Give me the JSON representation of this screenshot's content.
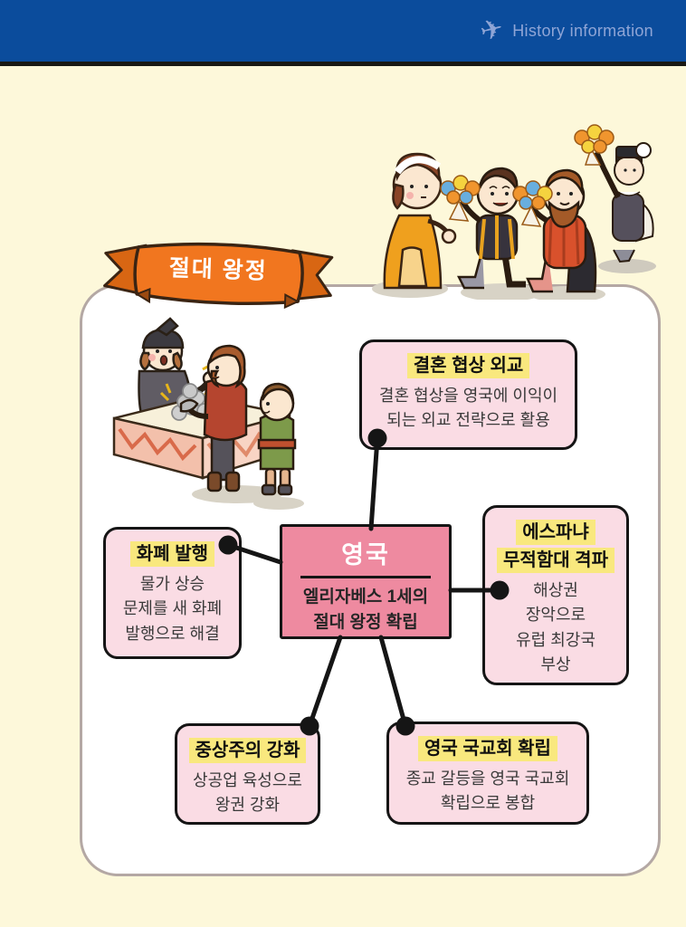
{
  "header": {
    "brand": "History information",
    "icon": "airplane-icon",
    "bar_color": "#0b4c9c",
    "text_color": "#8fa5d6"
  },
  "banner": {
    "label": "절대 왕정",
    "fill": "#f1761f",
    "outline": "#3a2413"
  },
  "diagram": {
    "center": {
      "title": "영국",
      "subtitle_lines": [
        "엘리자베스 1세의",
        "절대 왕정 확립"
      ],
      "fill": "#ee8aa0"
    },
    "nodes": [
      {
        "id": "marriage-diplomacy",
        "position": "top",
        "title_lines": [
          "결혼 협상 외교"
        ],
        "body_lines": [
          "결혼 협상을 영국에 이익이",
          "되는 외교 전략으로 활용"
        ]
      },
      {
        "id": "currency-issue",
        "position": "left",
        "title_lines": [
          "화폐 발행"
        ],
        "body_lines": [
          "물가 상승",
          "문제를 새 화폐",
          "발행으로 해결"
        ]
      },
      {
        "id": "armada-defeat",
        "position": "right",
        "title_lines": [
          "에스파냐",
          "무적함대 격파"
        ],
        "body_lines": [
          "해상권",
          "장악으로",
          "유럽 최강국",
          "부상"
        ]
      },
      {
        "id": "mercantilism",
        "position": "bottom-left",
        "title_lines": [
          "중상주의 강화"
        ],
        "body_lines": [
          "상공업 육성으로",
          "왕권 강화"
        ]
      },
      {
        "id": "anglican-church",
        "position": "bottom-right",
        "title_lines": [
          "영국 국교회 확립"
        ],
        "body_lines": [
          "종교 갈등을 영국 국교회",
          "확립으로 봉합"
        ]
      }
    ],
    "colors": {
      "node_fill": "#fadce4",
      "title_highlight": "#f9e87e",
      "connector": "#151515",
      "panel_border": "#b4a8a4",
      "background": "#fdf8da"
    }
  },
  "illustrations": {
    "suitors_scene": "queen-elizabeth-receiving-bouquets-from-suitors",
    "market_scene": "money-changer-counting-coins-at-table"
  }
}
